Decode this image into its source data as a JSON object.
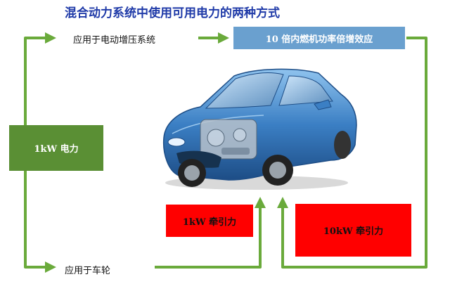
{
  "title": "混合动力系统中使用可用电力的两种方式",
  "labels": {
    "booster": "应用于电动增压系统",
    "wheels": "应用于车轮"
  },
  "boxes": {
    "power": "1kW 电力",
    "effect": "10 倍内燃机功率倍增效应",
    "traction_1kw": "1kW 牵引力",
    "traction_10kw": "10kW 牵引力"
  },
  "colors": {
    "arrow_green": "#6aaa3b",
    "box_blue": "#6aa0cf",
    "box_green": "#5a8f34",
    "box_red": "#ff0000",
    "title_blue": "#1f3aa8",
    "car_blue": "#3b7fc4"
  },
  "icons": {
    "car": "hybrid-car-cutaway-icon"
  }
}
